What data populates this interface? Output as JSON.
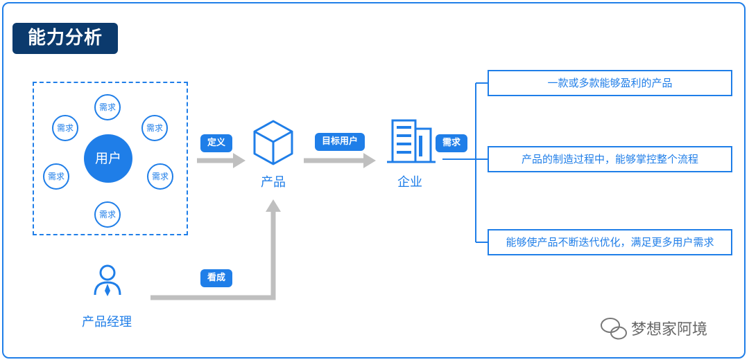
{
  "title": "能力分析",
  "user_center": "用户",
  "needs": [
    "需求",
    "需求",
    "需求",
    "需求",
    "需求",
    "需求"
  ],
  "arrows": {
    "define": "定义",
    "target_user": "目标用户",
    "need": "需求",
    "regard_as": "看成"
  },
  "nodes": {
    "product": "产品",
    "enterprise": "企业",
    "product_manager": "产品经理"
  },
  "results": [
    "一款或多款能够盈利的产品",
    "产品的制造过程中，能够掌控整个流程",
    "能够使产品不断迭代优化，满足更多用户需求"
  ],
  "watermark": "梦想家阿境",
  "colors": {
    "accent": "#1f7ee8",
    "title_bg": "#0b3a6d",
    "arrow_gray": "#bfbfbf"
  },
  "icons": [
    "cube-icon",
    "building-icon",
    "person-icon",
    "wechat-icon"
  ]
}
